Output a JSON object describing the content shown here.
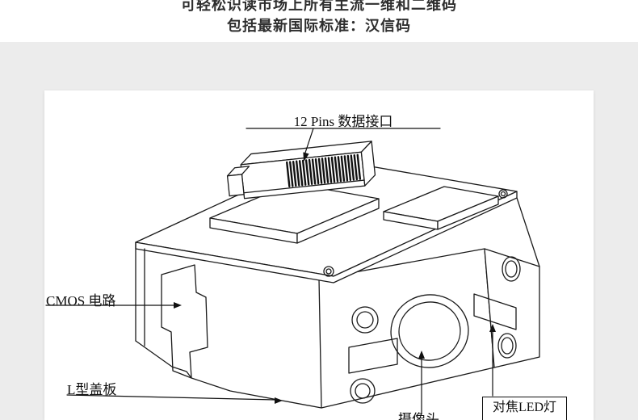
{
  "header": {
    "line1": "可轻松识读市场上所有主流一维和二维码",
    "line2": "包括最新国际标准：汉信码"
  },
  "diagram": {
    "labels": {
      "pins_interface": "12 Pins 数据接口",
      "cmos_circuit": "CMOS 电路",
      "l_cover": "L型盖板",
      "camera": "摄像头",
      "focus_led": "对焦LED灯"
    }
  },
  "colors": {
    "page_background": "#ececec",
    "panel_background": "#ffffff",
    "line_color": "#1a1a1a",
    "header_text": "#2e2e2e"
  }
}
